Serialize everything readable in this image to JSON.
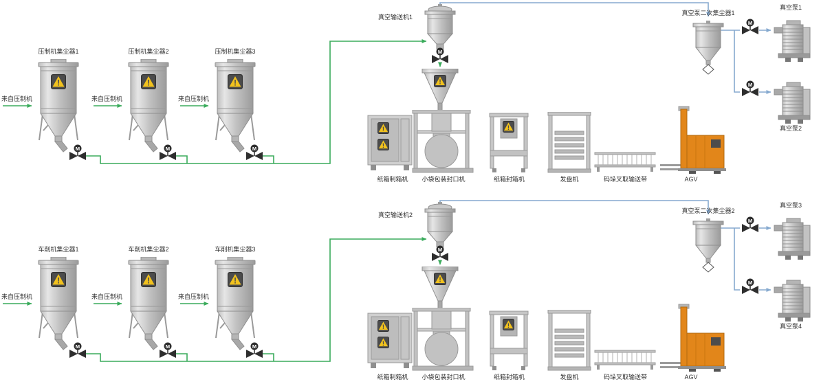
{
  "valve_label": "M",
  "warning_mark": "!",
  "colors": {
    "pipe_green": "#3aab5b",
    "pipe_blue": "#85a9cf",
    "agv_orange": "#e2861a",
    "warn_yellow": "#f2c21d",
    "label_text": "#333333"
  },
  "sections": [
    {
      "name": "press-line",
      "collectors": [
        {
          "label": "压制机集尘器1",
          "source": "来自压制机"
        },
        {
          "label": "压制机集尘器2",
          "source": "来自压制机"
        },
        {
          "label": "压制机集尘器3",
          "source": "来自压制机"
        }
      ],
      "conveyor": {
        "label": "真空输送机1"
      },
      "secondary_collector": {
        "label": "真空泵二次集尘器1"
      },
      "pumps": [
        {
          "label": "真空泵1"
        },
        {
          "label": "真空泵2"
        }
      ],
      "equipment": [
        {
          "label": "纸箱制箱机"
        },
        {
          "label": "小袋包装封口机"
        },
        {
          "label": "纸箱封箱机"
        },
        {
          "label": "发盘机"
        },
        {
          "label": "码垛叉取输送带"
        },
        {
          "label": "AGV"
        }
      ]
    },
    {
      "name": "lathe-line",
      "collectors": [
        {
          "label": "车削机集尘器1",
          "source": "来自压制机"
        },
        {
          "label": "车削机集尘器2",
          "source": "来自压制机"
        },
        {
          "label": "车削机集尘器3",
          "source": "来自压制机"
        }
      ],
      "conveyor": {
        "label": "真空输送机2"
      },
      "secondary_collector": {
        "label": "真空泵二次集尘器2"
      },
      "pumps": [
        {
          "label": "真空泵3"
        },
        {
          "label": "真空泵4"
        }
      ],
      "equipment": [
        {
          "label": "纸箱制箱机"
        },
        {
          "label": "小袋包装封口机"
        },
        {
          "label": "纸箱封箱机"
        },
        {
          "label": "发盘机"
        },
        {
          "label": "码垛叉取输送带"
        },
        {
          "label": "AGV"
        }
      ]
    }
  ]
}
